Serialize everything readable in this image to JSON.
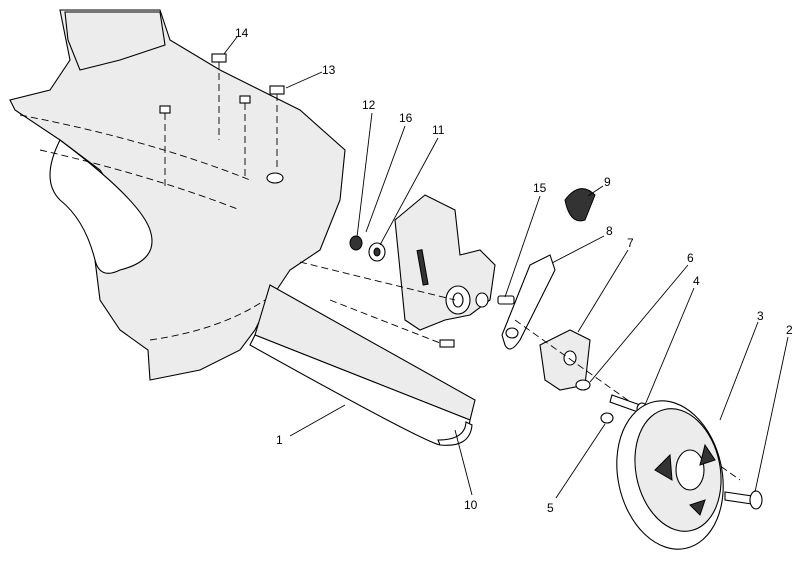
{
  "diagram": {
    "type": "exploded parts diagram",
    "callouts": [
      "1",
      "2",
      "3",
      "4",
      "5",
      "6",
      "7",
      "8",
      "9",
      "10",
      "11",
      "12",
      "13",
      "14",
      "15",
      "16"
    ]
  }
}
